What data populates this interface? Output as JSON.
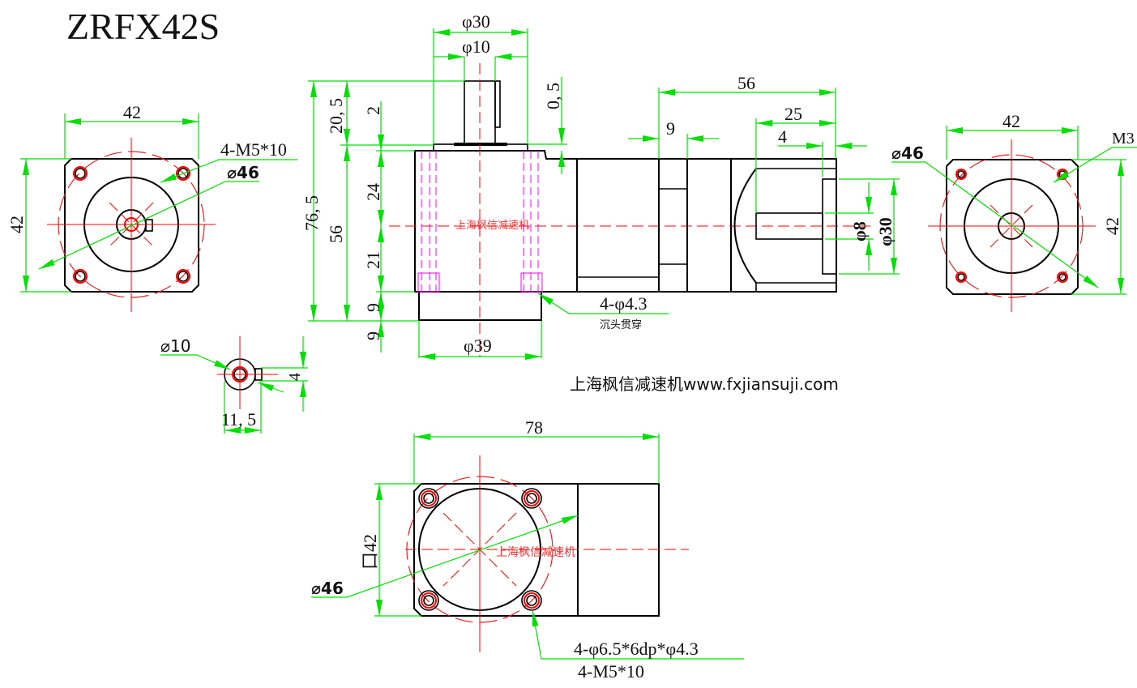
{
  "title": "ZRFX42S",
  "watermark": "上海枫信减速机",
  "footer": "上海枫信减速机www.fxjiansuji.com",
  "colors": {
    "outline": "#000000",
    "centerline": "#ff0000",
    "dimension": "#00e000",
    "hidden": "#ff00ff"
  },
  "left_view": {
    "width_dim": "42",
    "height_dim": "42",
    "thread_callout": "4-M5*10",
    "pcd_callout": "⌀46"
  },
  "shaft_section": {
    "diameter_callout": "⌀10",
    "key_height": "11, 5",
    "key_width": "4"
  },
  "front_view": {
    "outer_diameter": "φ30",
    "shaft_diameter": "φ10",
    "total_height": "76, 5",
    "shaft_length": "20, 5",
    "step_2": "2",
    "step_0_5": "0, 5",
    "body_height": "56",
    "upper_section": "24",
    "lower_section": "21",
    "flange_height": "9",
    "flange_height_2": "9",
    "pilot_diameter": "φ39",
    "hole_callout": "4-φ4.3",
    "hole_note": "沉头贯穿"
  },
  "side_view": {
    "length": "56",
    "flange_width": "9",
    "input_depth": "25",
    "input_step": "4",
    "bore_diameter": "φ8",
    "pilot_diameter": "φ30"
  },
  "right_view": {
    "width_dim": "42",
    "height_dim": "42",
    "thread_callout": "M3",
    "pcd_callout": "⌀46"
  },
  "bottom_view": {
    "length": "78",
    "square": "口42",
    "pcd_callout": "⌀46",
    "counterbore_callout": "4-φ6.5*6dp*φ4.3",
    "thread_callout": "4-M5*10"
  }
}
